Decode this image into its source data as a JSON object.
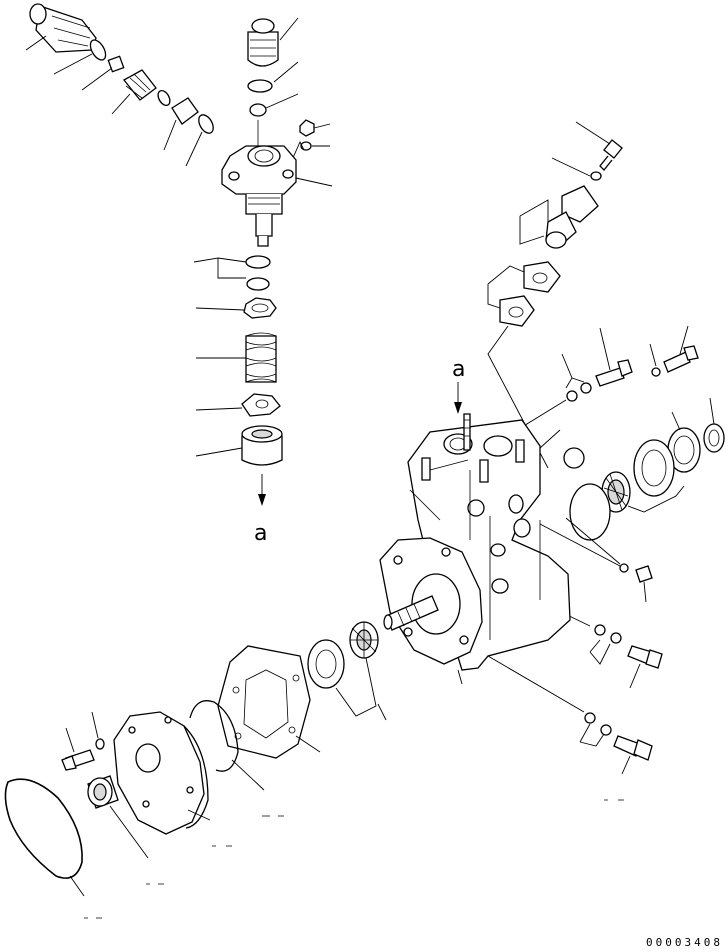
{
  "diagram": {
    "view_marker_top": "a",
    "view_marker_bottom": "a",
    "drawing_number": "00003408"
  }
}
